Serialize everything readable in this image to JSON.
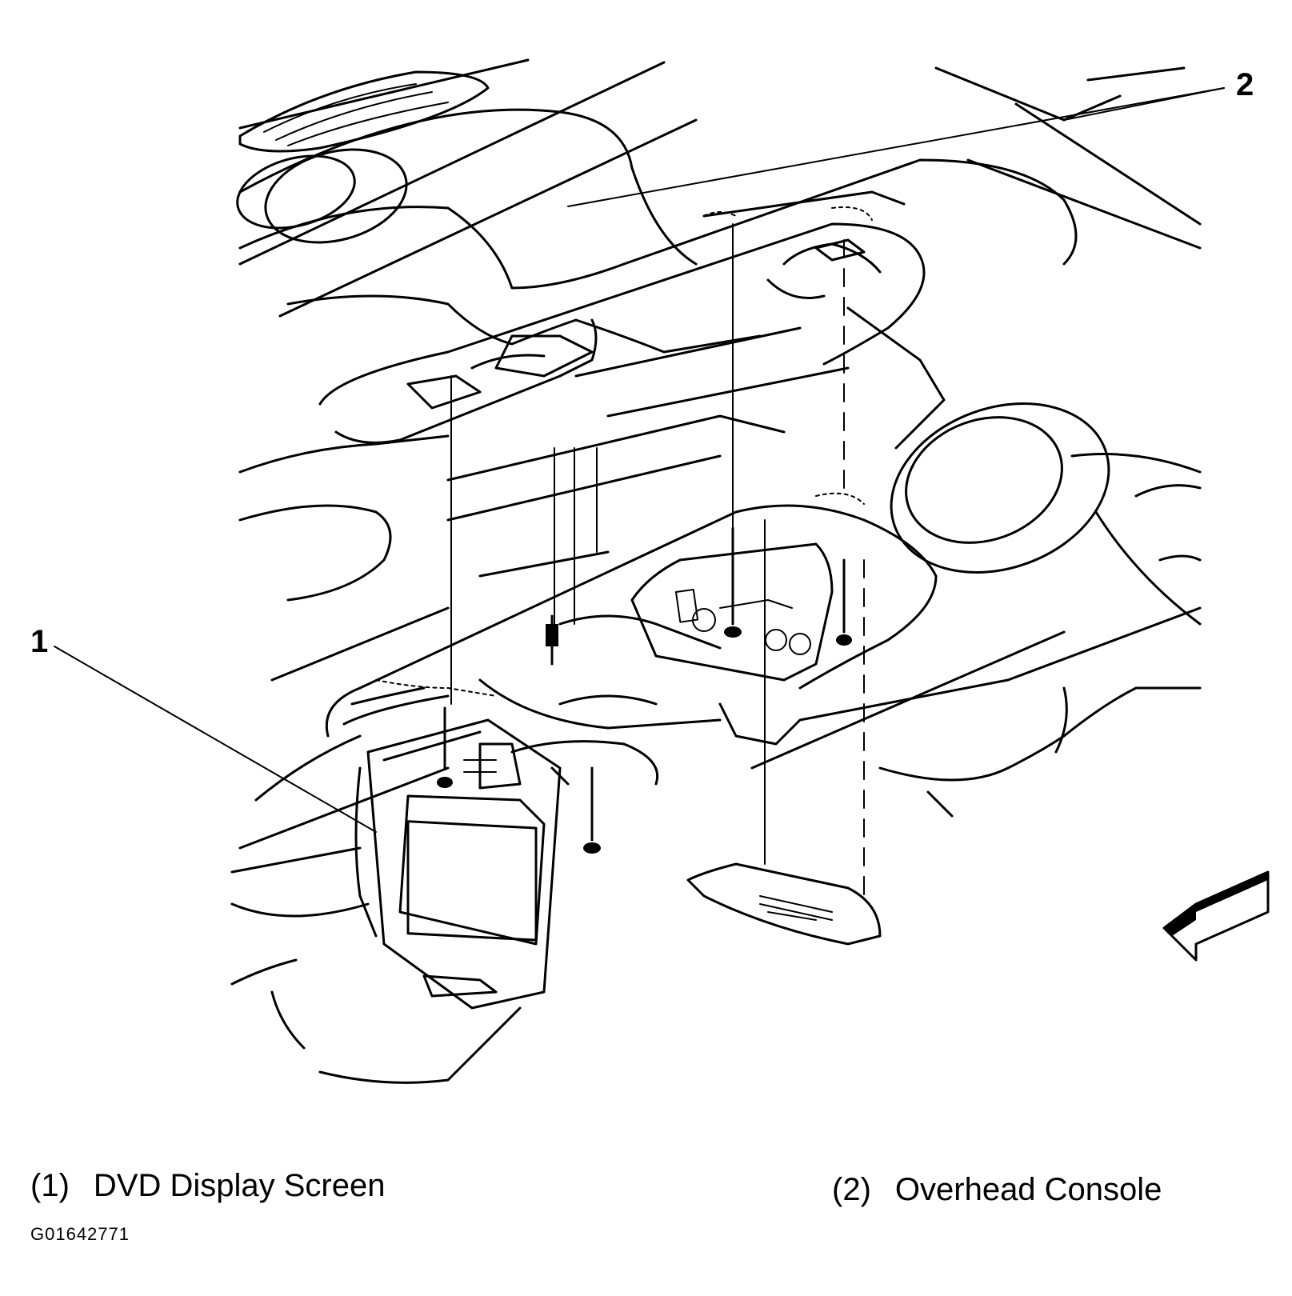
{
  "callouts": [
    {
      "number": "1"
    },
    {
      "number": "2"
    }
  ],
  "legend": [
    {
      "index": "(1)",
      "label": "DVD Display Screen"
    },
    {
      "index": "(2)",
      "label": "Overhead Console"
    }
  ],
  "figure_id": "G01642771",
  "icons": {
    "direction_arrow": "front-direction-arrow-icon"
  }
}
